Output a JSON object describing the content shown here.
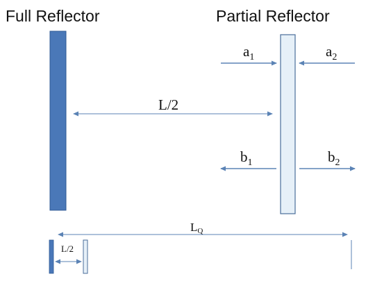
{
  "titles": {
    "full_reflector": "Full Reflector",
    "partial_reflector": "Partial Reflector"
  },
  "labels": {
    "a1": "a",
    "a1_sub": "1",
    "a2": "a",
    "a2_sub": "2",
    "b1": "b",
    "b1_sub": "1",
    "b2": "b",
    "b2_sub": "2",
    "half_length": "L/2",
    "total_length": "L",
    "total_length_sub": "Q",
    "small_half_length": "L/2"
  },
  "colors": {
    "full_reflector_fill": "#4a78b8",
    "full_reflector_stroke": "#2f5a95",
    "partial_reflector_fill": "#e6f0f8",
    "partial_reflector_stroke": "#4a6d9a",
    "arrow": "#5b83b5",
    "axis": "#5b83b5"
  }
}
